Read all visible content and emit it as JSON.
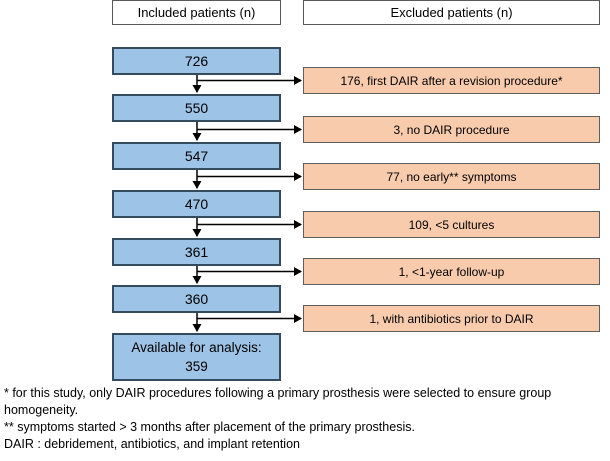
{
  "headers": {
    "included": "Included patients (n)",
    "excluded": "Excluded patients (n)"
  },
  "flow": {
    "included_boxes": [
      {
        "label": "726"
      },
      {
        "label": "550"
      },
      {
        "label": "547"
      },
      {
        "label": "470"
      },
      {
        "label": "361"
      },
      {
        "label": "360"
      },
      {
        "label": "Available for analysis:",
        "label2": "359"
      }
    ],
    "excluded_boxes": [
      {
        "label": "176, first DAIR after a revision procedure*"
      },
      {
        "label": "3, no DAIR procedure"
      },
      {
        "label": "77, no early** symptoms"
      },
      {
        "label": "109, <5 cultures"
      },
      {
        "label": "1, <1-year follow-up"
      },
      {
        "label": "1, with antibiotics prior to DAIR"
      }
    ]
  },
  "footnotes": [
    "* for this study, only DAIR procedures following a primary prosthesis were selected to ensure group",
    "homogeneity.",
    "** symptoms started > 3 months after placement of the primary prosthesis.",
    "DAIR : debridement, antibiotics, and implant retention"
  ],
  "colors": {
    "included_fill": "#9DC3E6",
    "included_border": "#344A5E",
    "excluded_fill": "#F8CBAD",
    "excluded_border": "#5E5E5E",
    "header_border": "#595959",
    "arrow": "#000000"
  }
}
